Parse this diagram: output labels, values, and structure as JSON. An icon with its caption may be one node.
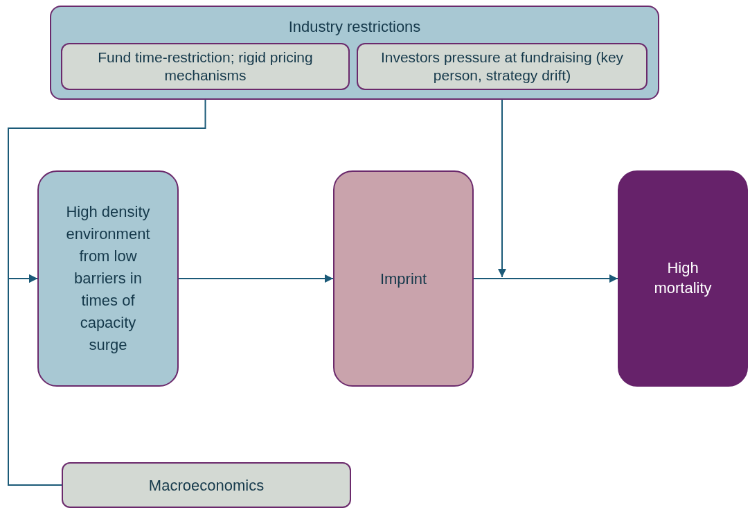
{
  "diagram": {
    "nodes": [
      {
        "text": [
          "Industry restrictions"
        ]
      },
      {
        "text": [
          "Fund time-restriction; rigid pricing mechanisms"
        ],
        "in": 0
      },
      {
        "text": [
          "Investors pressure at fundraising (key person, strategy drift)"
        ],
        "in": 0
      },
      {
        "text": [
          "High density environment from low barriers in times of capacity surge"
        ]
      },
      {
        "text": [
          "Imprint"
        ]
      },
      {
        "text": [
          "High mortality"
        ]
      },
      {
        "text": [
          "Macroeconomics"
        ]
      }
    ],
    "edges": [
      {
        "from": 1,
        "to": 3,
        "arrow": "to"
      },
      {
        "from": 6,
        "to": 3,
        "arrow": "to"
      },
      {
        "from": 3,
        "to": 4,
        "arrow": "to"
      },
      {
        "from": 4,
        "to": 5,
        "arrow": "to"
      },
      {
        "from": 2,
        "to": null,
        "arrow": "to"
      }
    ]
  }
}
